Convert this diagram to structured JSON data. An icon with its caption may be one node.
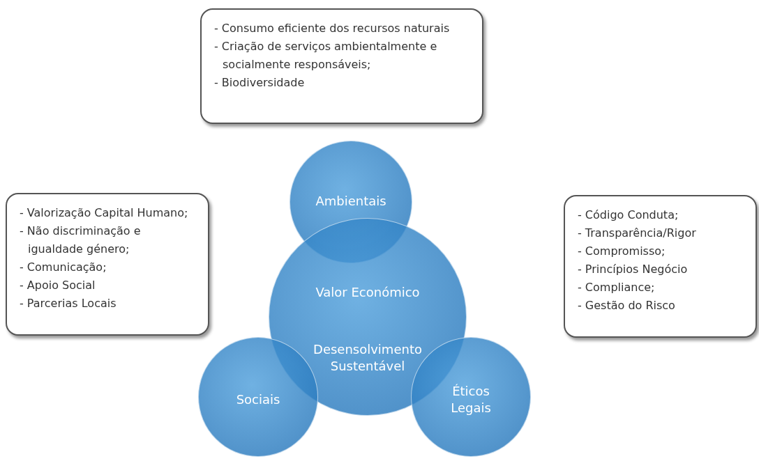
{
  "diagram": {
    "nodes": [
      {
        "text": [
          "- Consumo eficiente dos recursos naturais",
          "- Criação de serviços ambientalmente e socialmente responsáveis;",
          "- Biodiversidade"
        ]
      },
      {
        "text": [
          "- Valorização Capital Humano;",
          "- Não discriminação e igualdade género;",
          "- Comunicação;",
          "- Apoio Social",
          "- Parcerias Locais"
        ]
      },
      {
        "text": [
          "Ambientais"
        ]
      },
      {
        "text": [
          "Valor Económico",
          "Desensolvimento Sustentável"
        ]
      },
      {
        "text": [
          "Sociais"
        ]
      },
      {
        "text": [
          "Éticos Legais"
        ]
      },
      {
        "text": [
          "- Código Conduta;",
          "- Transparência/Rigor",
          "- Compromisso;",
          "- Princípios Negócio",
          "- Compliance;",
          "- Gestão do Risco"
        ]
      }
    ],
    "edges": []
  }
}
